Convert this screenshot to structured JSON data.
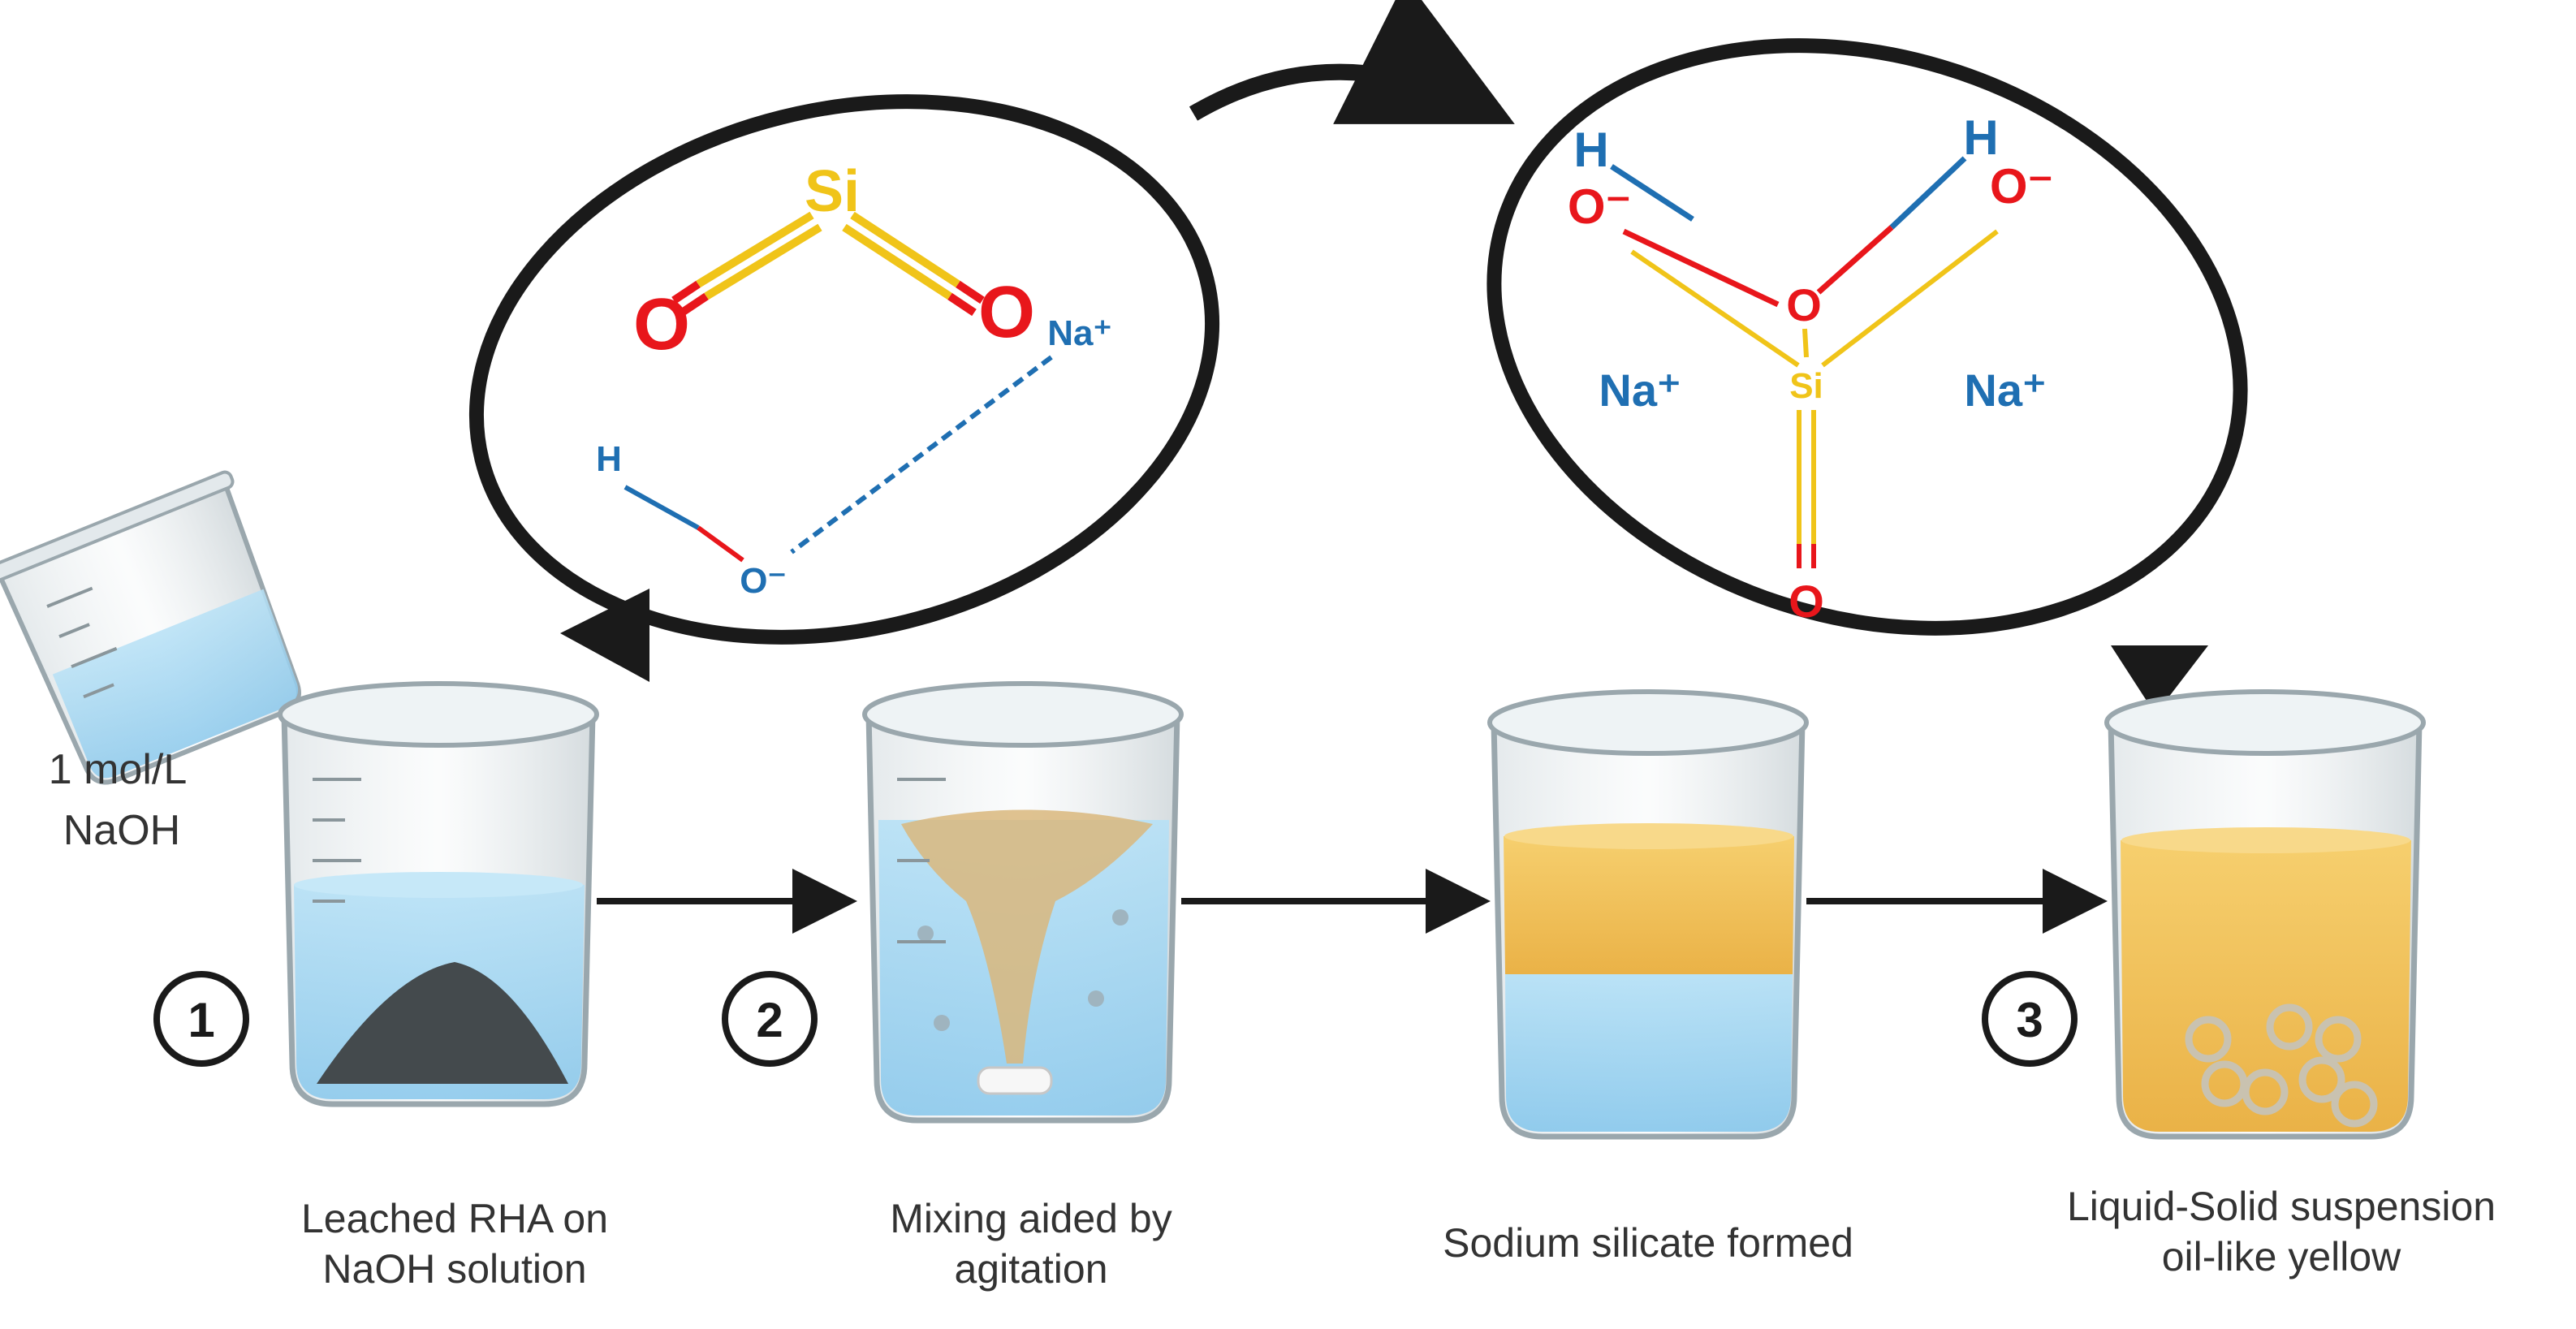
{
  "reagent": {
    "line1": "1 mol/L",
    "line2": "NaOH"
  },
  "steps": [
    {
      "number": "1",
      "caption": [
        "Leached RHA on",
        "NaOH solution"
      ]
    },
    {
      "number": "2",
      "caption": [
        "Mixing aided by",
        "agitation"
      ]
    },
    {
      "number": "",
      "caption": [
        "Sodium silicate formed"
      ]
    },
    {
      "number": "3",
      "caption": [
        "Liquid-Solid suspension",
        "oil-like yellow"
      ]
    }
  ],
  "left_molecule": {
    "si": "Si",
    "o1": "O",
    "o2": "O",
    "na": "Na⁺",
    "h": "H",
    "o_minus": "O⁻"
  },
  "right_molecule": {
    "h1": "H",
    "h2": "H",
    "o_left": "O⁻",
    "o_right": "O⁻",
    "o_center": "O",
    "si": "Si",
    "o_bottom": "O",
    "na_left": "Na⁺",
    "na_right": "Na⁺"
  },
  "colors": {
    "silicon": "#f0c419",
    "oxygen": "#e8161b",
    "ion": "#1f6fb2",
    "liquid_blue": "#a9d8f2",
    "liquid_yellow": "#f3c35a",
    "arrow": "#1a1a1a"
  }
}
